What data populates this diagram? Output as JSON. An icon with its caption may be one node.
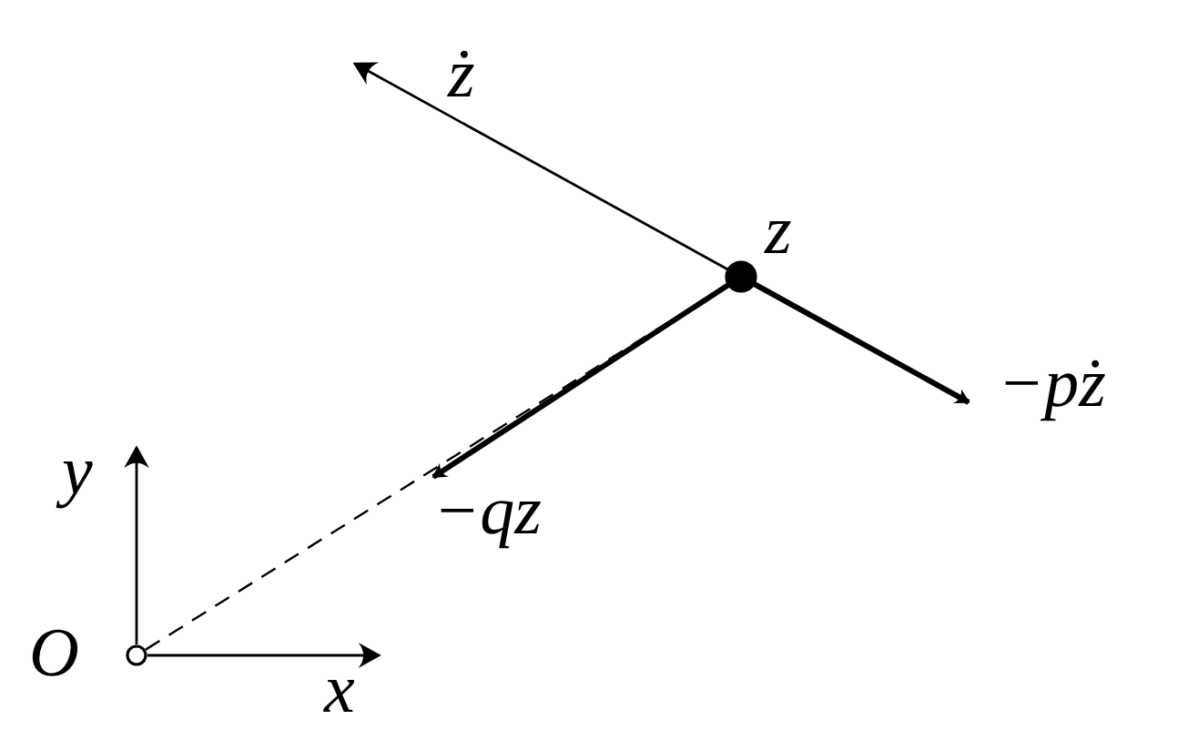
{
  "diagram": {
    "nodes": [
      {
        "text": [
          "z"
        ]
      },
      {
        "text": [
          "O"
        ]
      }
    ],
    "edges": [
      {
        "from": 1,
        "to": 0,
        "arrow": "none",
        "style": "dashed"
      }
    ],
    "labels": [
      "ż",
      "−pż",
      "−qz",
      "y",
      "x"
    ]
  }
}
